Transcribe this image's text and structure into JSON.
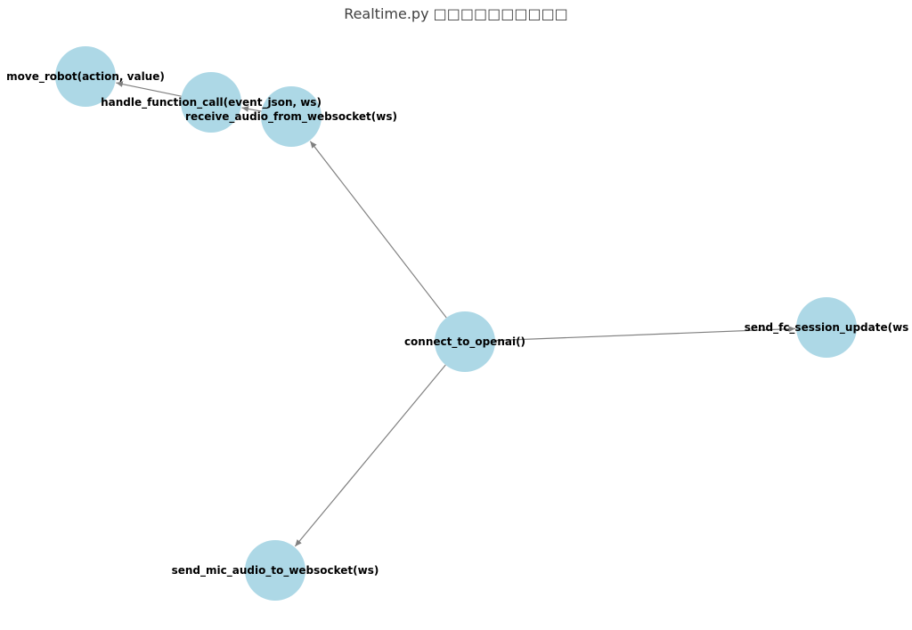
{
  "title": "Realtime.py □□□□□□□□□□",
  "colors": {
    "node_fill": "#add8e6",
    "edge": "#808080",
    "label": "#000000",
    "title": "#404040"
  },
  "nodes": [
    {
      "id": "move_robot",
      "label": "move_robot(action, value)"
    },
    {
      "id": "handle_function_call",
      "label": "handle_function_call(event_json, ws)"
    },
    {
      "id": "receive_audio",
      "label": "receive_audio_from_websocket(ws)"
    },
    {
      "id": "connect_to_openai",
      "label": "connect_to_openai()"
    },
    {
      "id": "send_fc_session_update",
      "label": "send_fc_session_update(ws"
    },
    {
      "id": "send_mic_audio",
      "label": "send_mic_audio_to_websocket(ws)"
    }
  ],
  "edges": [
    {
      "from": "connect_to_openai",
      "to": "receive_audio"
    },
    {
      "from": "connect_to_openai",
      "to": "send_fc_session_update"
    },
    {
      "from": "connect_to_openai",
      "to": "send_mic_audio"
    },
    {
      "from": "receive_audio",
      "to": "handle_function_call"
    },
    {
      "from": "handle_function_call",
      "to": "move_robot"
    }
  ]
}
